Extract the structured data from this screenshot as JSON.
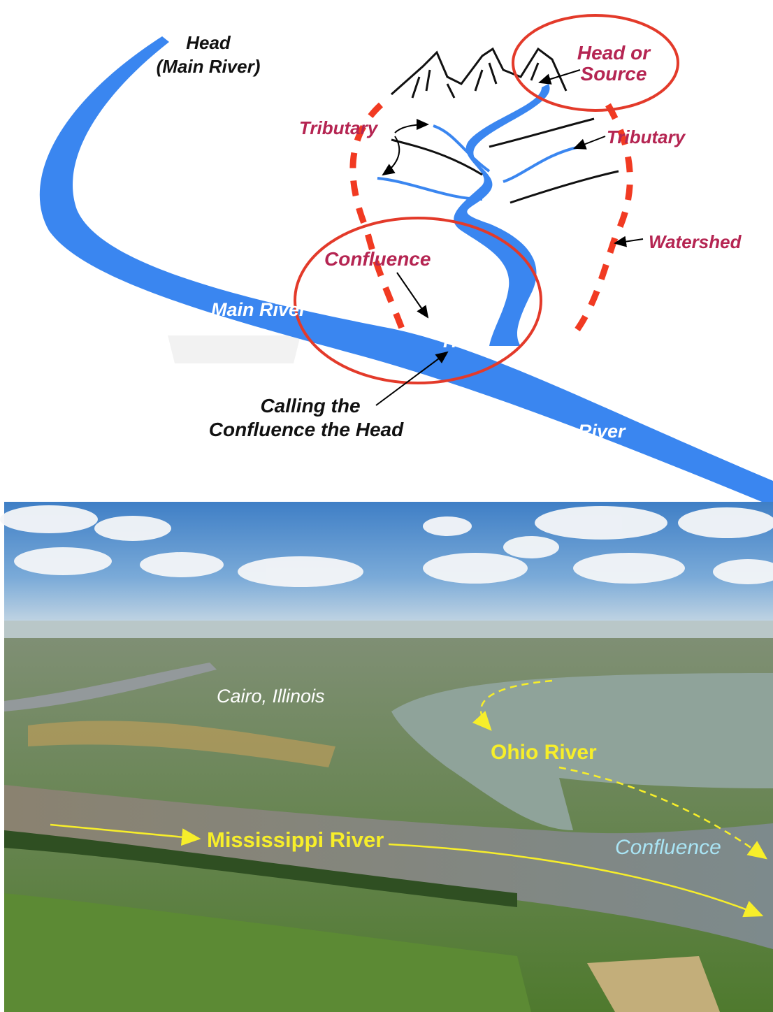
{
  "diagram": {
    "head_main_line1": "Head",
    "head_main_line2": "(Main River)",
    "head_or_source_line1": "Head or",
    "head_or_source_line2": "Source",
    "tributary_left": "Tributary",
    "tributary_right": "Tributary",
    "watershed": "Watershed",
    "confluence": "Confluence",
    "main_river_left": "Main River",
    "head": "Head",
    "main_river_right": "Main River",
    "calling_line1": "Calling the",
    "calling_line2": "Confluence the Head",
    "colors": {
      "river": "#3a86f0",
      "label_red": "#b52552",
      "circle": "#e33a2a",
      "watershed_dash": "#f13a22"
    }
  },
  "photo": {
    "cairo": "Cairo, Illinois",
    "ohio_river": "Ohio River",
    "mississippi_river": "Mississippi River",
    "confluence": "Confluence",
    "colors": {
      "arrow_yellow": "#f7ee2a",
      "confluence_text": "#a9e4f4"
    }
  }
}
